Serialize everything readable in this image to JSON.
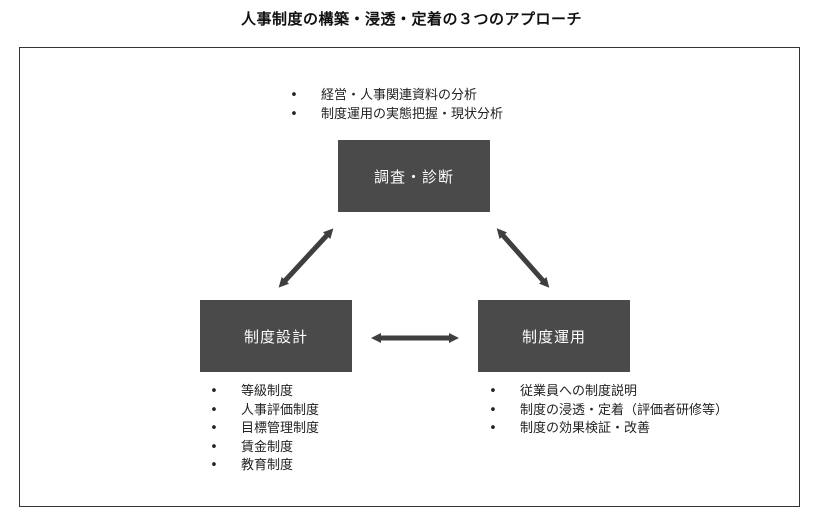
{
  "title": "人事制度の構築・浸透・定着の３つのアプローチ",
  "boxes": {
    "diagnosis": "調査・診断",
    "design": "制度設計",
    "operation": "制度運用"
  },
  "bullet_symbol": "•",
  "lists": {
    "diagnosis": [
      "経営・人事関連資料の分析",
      "制度運用の実態把握・現状分析"
    ],
    "design": [
      "等級制度",
      "人事評価制度",
      "目標管理制度",
      "賃金制度",
      "教育制度"
    ],
    "operation": [
      "従業員への制度説明",
      "制度の浸透・定着（評価者研修等）",
      "制度の効果検証・改善"
    ]
  },
  "colors": {
    "box_fill": "#4a4a4a",
    "box_text": "#ffffff",
    "arrow": "#3f3f3f",
    "frame": "#333333"
  }
}
